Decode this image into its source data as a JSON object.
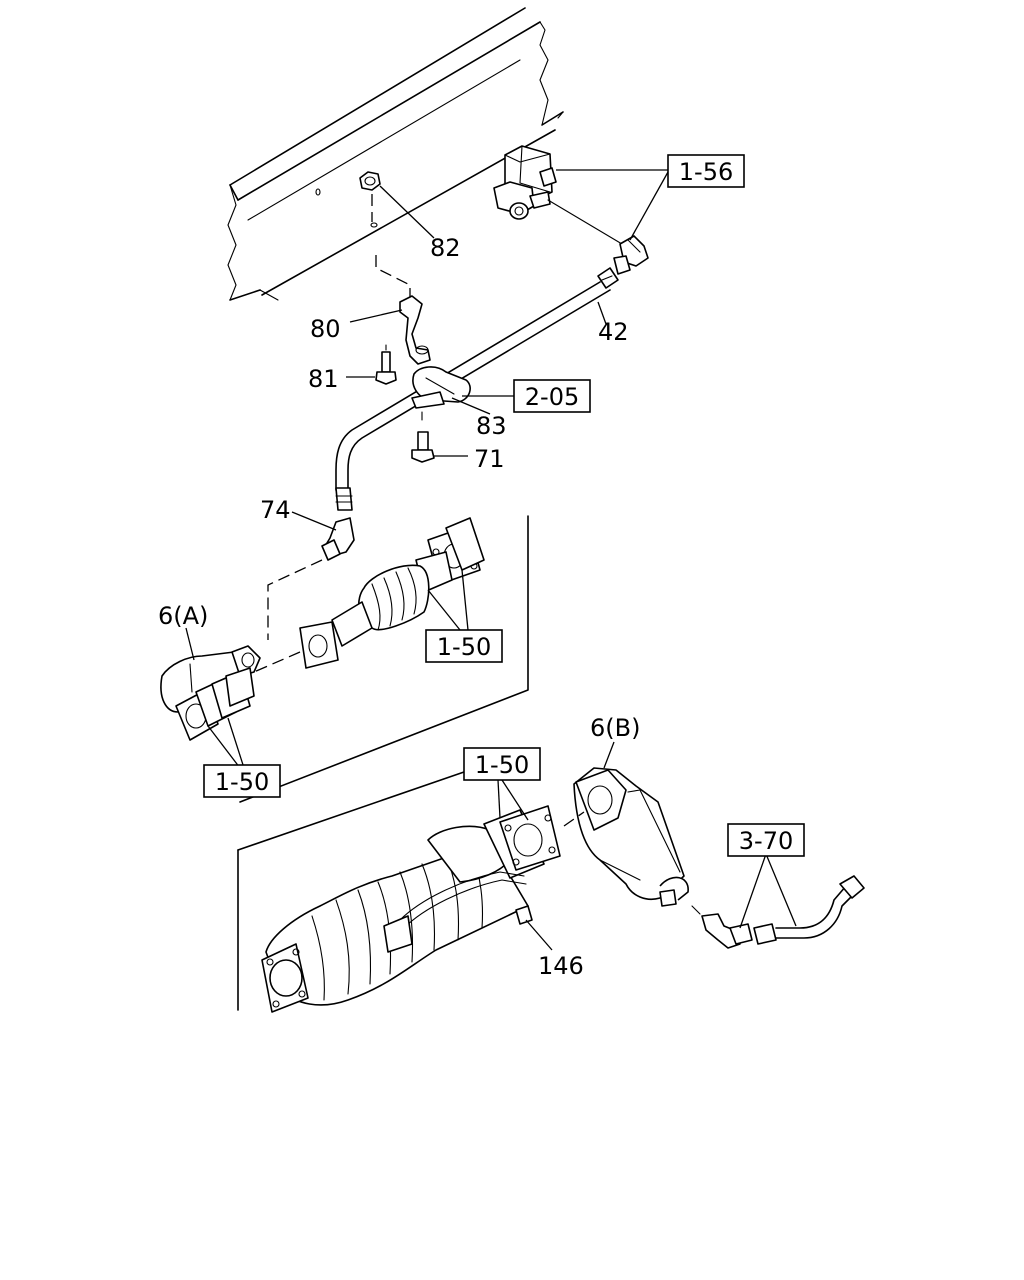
{
  "callouts": {
    "c82": "82",
    "c80": "80",
    "c81": "81",
    "c42": "42",
    "c83": "83",
    "c71": "71",
    "c74": "74",
    "c6a": "6(A)",
    "c6b": "6(B)",
    "c146": "146"
  },
  "references": {
    "r156": "1-56",
    "r205": "2-05",
    "r150_top": "1-50",
    "r150_left": "1-50",
    "r150_mid": "1-50",
    "r370": "3-70"
  }
}
